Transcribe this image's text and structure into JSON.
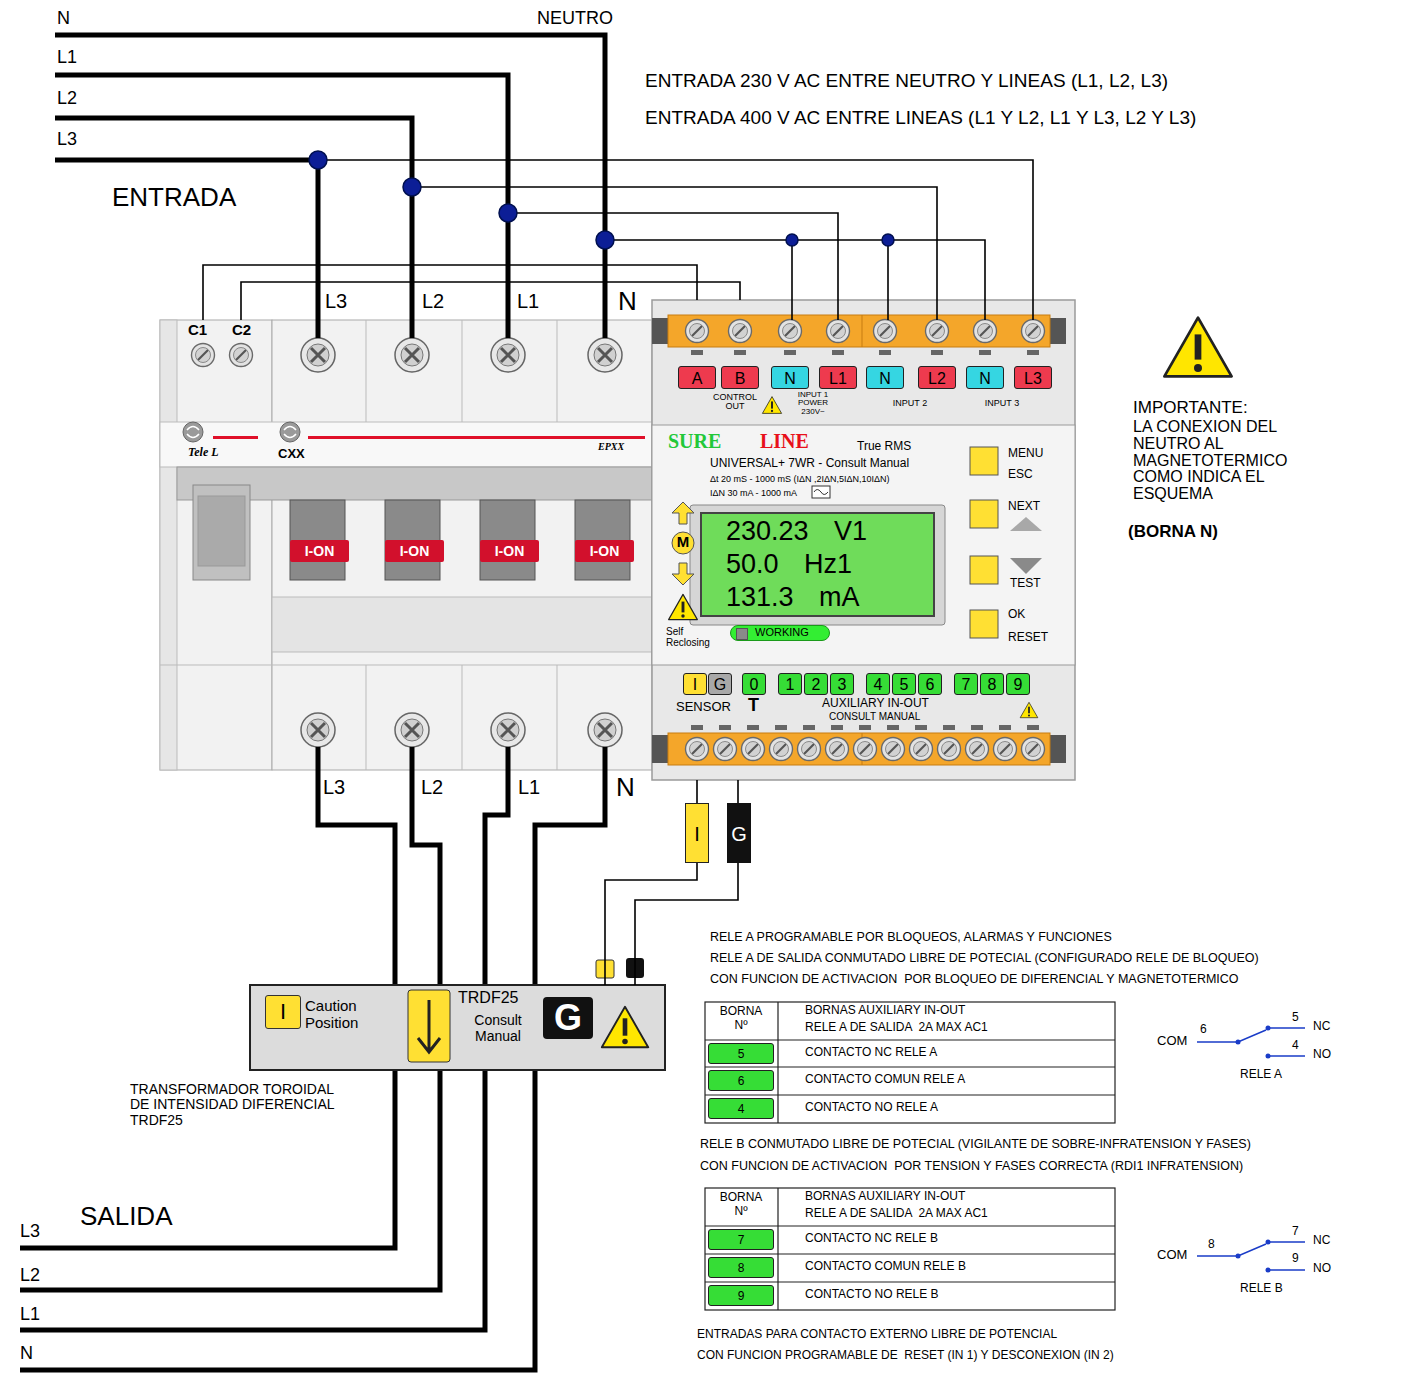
{
  "diagram": {
    "nodes": [
      {
        "text": [
          "Tele L"
        ]
      },
      {
        "text": [
          "CXX",
          "EPXX"
        ]
      },
      {
        "text": [
          "I-ON"
        ],
        "in": 1
      },
      {
        "text": [
          "I-ON"
        ],
        "in": 1
      },
      {
        "text": [
          "I-ON"
        ],
        "in": 1
      },
      {
        "text": [
          "I-ON"
        ],
        "in": 1
      },
      {
        "text": [
          "SURE",
          "LINE",
          "True RMS",
          "UNIVERSAL+ 7WR - Consult Manual",
          "Δt 20 mS - 1000 mS (IΔN ,2IΔN,5IΔN,10IΔN)",
          "IΔN 30 mA - 1000 mA"
        ]
      },
      {
        "text": [
          "230.23 V1",
          "50.0 Hz1",
          "131.3 mA"
        ],
        "in": 6
      },
      {
        "text": [
          "WORKING"
        ],
        "in": 6
      },
      {
        "text": [
          "Caution Position",
          "TRDF25",
          "Consult Manual"
        ]
      },
      {
        "text": [
          "I"
        ],
        "in": 9
      },
      {
        "text": [
          "G"
        ],
        "in": 9
      }
    ],
    "edges": [
      {
        "from": 0,
        "to": 6,
        "arrow": "none"
      },
      {
        "from": 0,
        "to": 6,
        "arrow": "none"
      },
      {
        "from": 6,
        "to": 9,
        "label": "I",
        "arrow": "none"
      },
      {
        "from": 6,
        "to": 9,
        "label": "G",
        "arrow": "none"
      }
    ],
    "labels": [
      "N",
      "L1",
      "L2",
      "L3",
      "NEUTRO",
      "ENTRADA 230 V AC ENTRE NEUTRO Y LINEAS (L1, L2, L3)",
      "ENTRADA 400 V AC ENTRE LINEAS (L1 Y L2, L1 Y L3, L2 Y L3)",
      "ENTRADA",
      "L3",
      "L2",
      "L1",
      "N",
      "C1",
      "C2",
      "A",
      "B",
      "N",
      "L1",
      "N",
      "L2",
      "N",
      "L3",
      "CONTROL OUT",
      "INPUT 1 POWER 230V~",
      "INPUT 2",
      "INPUT 3",
      "MENU",
      "ESC",
      "NEXT",
      "TEST",
      "OK",
      "RESET",
      "M",
      "Self Reclosing",
      "I",
      "G",
      "0",
      "1",
      "2",
      "3",
      "4",
      "5",
      "6",
      "7",
      "8",
      "9",
      "SENSOR",
      "T",
      "AUXILIARY IN-OUT",
      "CONSULT MANUAL",
      "L3",
      "L2",
      "L1",
      "N",
      "IMPORTANTE:",
      "LA CONEXION DEL NEUTRO AL MAGNETOTERMICO COMO INDICA EL ESQUEMA",
      "(BORNA N)",
      "TRANSFORMADOR TOROIDAL DE INTENSIDAD DIFERENCIAL TRDF25",
      "SALIDA",
      "L3",
      "L2",
      "L1",
      "N",
      "RELE A PROGRAMABLE POR BLOQUEOS, ALARMAS Y FUNCIONES",
      "RELE A DE SALIDA CONMUTADO LIBRE DE POTECIAL (CONFIGURADO RELE DE BLOQUEO)",
      "CON FUNCION DE ACTIVACION  POR BLOQUEO DE DIFERENCIAL Y MAGNETOTERMICO",
      "BORNA Nº",
      "BORNAS AUXILIARY IN-OUT",
      "RELE A DE SALIDA  2A MAX AC1",
      "5",
      "CONTACTO NC RELE A",
      "6",
      "CONTACTO COMUN RELE A",
      "4",
      "CONTACTO NO RELE A",
      "COM",
      "6",
      "5",
      "NC",
      "4",
      "NO",
      "RELE A",
      "RELE B CONMUTADO LIBRE DE POTECIAL (VIGILANTE DE SOBRE-INFRATENSION Y FASES)",
      "CON FUNCION DE ACTIVACION  POR TENSION Y FASES CORRECTA (RDI1 INFRATENSION)",
      "BORNA Nº",
      "BORNAS AUXILIARY IN-OUT",
      "RELE A DE SALIDA  2A MAX AC1",
      "7",
      "CONTACTO NC RELE B",
      "8",
      "CONTACTO COMUN RELE B",
      "9",
      "CONTACTO NO RELE B",
      "COM",
      "8",
      "7",
      "NC",
      "9",
      "NO",
      "RELE B",
      "ENTRADAS PARA CONTACTO EXTERNO LIBRE DE POTENCIAL",
      "CON FUNCION PROGRAMABLE DE  RESET (IN 1) Y DESCONEXION (IN 2)"
    ]
  }
}
